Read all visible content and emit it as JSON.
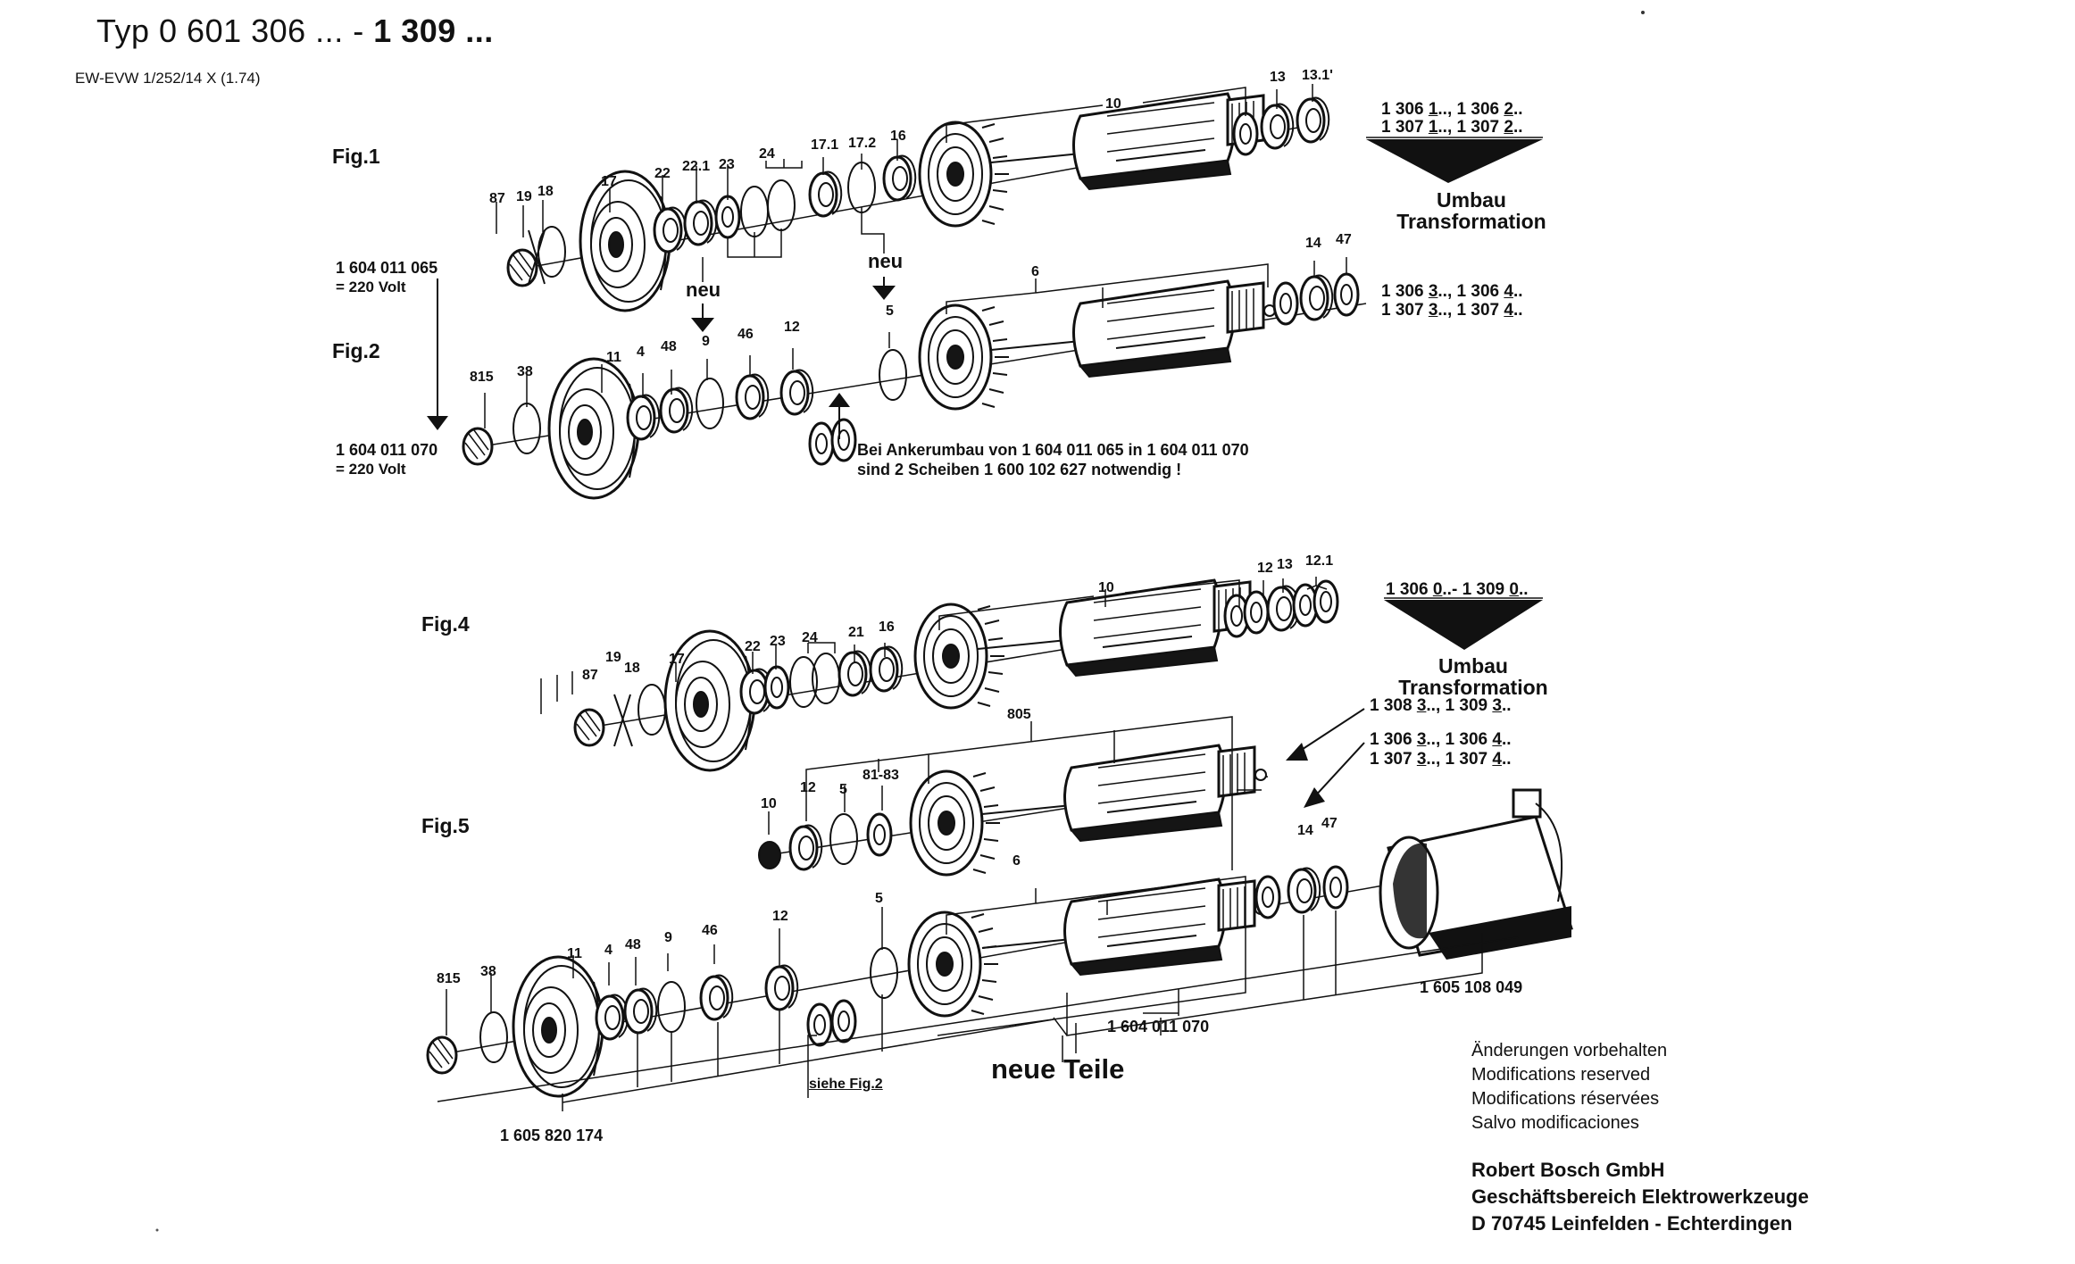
{
  "header": {
    "title_prefix": "Typ 0 601 306 ... -",
    "title_suffix": "1 309 ...",
    "subtitle": "EW-EVW 1/252/14 X (1.74)"
  },
  "figures": {
    "fig1": {
      "label": "Fig.1",
      "part_labels": [
        "87",
        "19",
        "18",
        "17",
        "22",
        "22.1",
        "23",
        "24",
        "17.1",
        "17.2",
        "16",
        "10",
        "13",
        "13.1'"
      ],
      "armature_pn": "1 604 011 065",
      "armature_voltage": "= 220 Volt",
      "neu_left": "neu",
      "neu_right": "neu"
    },
    "fig2": {
      "label": "Fig.2",
      "part_labels": [
        "815",
        "38",
        "11",
        "4",
        "48",
        "9",
        "46",
        "12",
        "5",
        "6",
        "14",
        "47"
      ],
      "armature_pn": "1 604 011 070",
      "armature_voltage": "= 220 Volt",
      "note_line1": "Bei Ankerumbau von 1 604  011 065  in 1 604  011  070",
      "note_line2": "sind 2  Scheiben 1 600 102  627  notwendig !"
    },
    "fig4": {
      "label": "Fig.4",
      "part_labels": [
        "87",
        "19",
        "18",
        "17",
        "22",
        "23",
        "24",
        "21",
        "16",
        "10",
        "12",
        "13",
        "12.1"
      ]
    },
    "fig5": {
      "label": "Fig.5",
      "part_labels_upper": [
        "805",
        "10",
        "12",
        "5",
        "81-83"
      ],
      "part_labels_lower": [
        "815",
        "38",
        "11",
        "4",
        "48",
        "9",
        "46",
        "12",
        "5",
        "6",
        "14",
        "47"
      ],
      "housing_pn": "1 605 108 049",
      "armature_pn": "1 604 011 070",
      "flange_pn": "1 605 820 174",
      "see_ref": "siehe Fig.2",
      "new_parts": "neue Teile"
    }
  },
  "transformations": {
    "top": {
      "lines": [
        {
          "a": "1 306 ",
          "a_u": "1",
          "a_tail": "..,",
          "b": " 1 306 ",
          "b_u": "2",
          "b_tail": ".."
        },
        {
          "a": "1 307 ",
          "a_u": "1",
          "a_tail": "..,",
          "b": " 1 307 ",
          "b_u": "2",
          "b_tail": ".."
        }
      ],
      "umbau": "Umbau",
      "transformation": "Transformation",
      "result_lines": [
        {
          "a": "1 306 ",
          "a_u": "3",
          "a_tail": "..,",
          "b": " 1 306 ",
          "b_u": "4",
          "b_tail": ".."
        },
        {
          "a": "1 307 ",
          "a_u": "3",
          "a_tail": "..,",
          "b": " 1 307 ",
          "b_u": "4",
          "b_tail": ".."
        }
      ]
    },
    "bottom": {
      "lines": [
        {
          "a": "1 306 ",
          "a_u": "0",
          "a_tail": "..- 1 309 ",
          "b": "",
          "b_u": "0",
          "b_tail": ".."
        }
      ],
      "umbau": "Umbau",
      "transformation": "Transformation",
      "result_a": {
        "a": "1 308 ",
        "a_u": "3",
        "a_tail": "..,",
        "b": " 1 309 ",
        "b_u": "3",
        "b_tail": ".."
      },
      "result_b_lines": [
        {
          "a": "1 306 ",
          "a_u": "3",
          "a_tail": "..,",
          "b": " 1 306 ",
          "b_u": "4",
          "b_tail": ".."
        },
        {
          "a": "1 307 ",
          "a_u": "3",
          "a_tail": "..,",
          "b": " 1 307 ",
          "b_u": "4",
          "b_tail": ".."
        }
      ]
    }
  },
  "footer": {
    "modifications": [
      "Änderungen vorbehalten",
      "Modifications reserved",
      "Modifications réservées",
      "Salvo modificaciones"
    ],
    "company": [
      "Robert Bosch GmbH",
      "Geschäftsbereich Elektrowerkzeuge",
      "D 70745 Leinfelden - Echterdingen"
    ]
  }
}
